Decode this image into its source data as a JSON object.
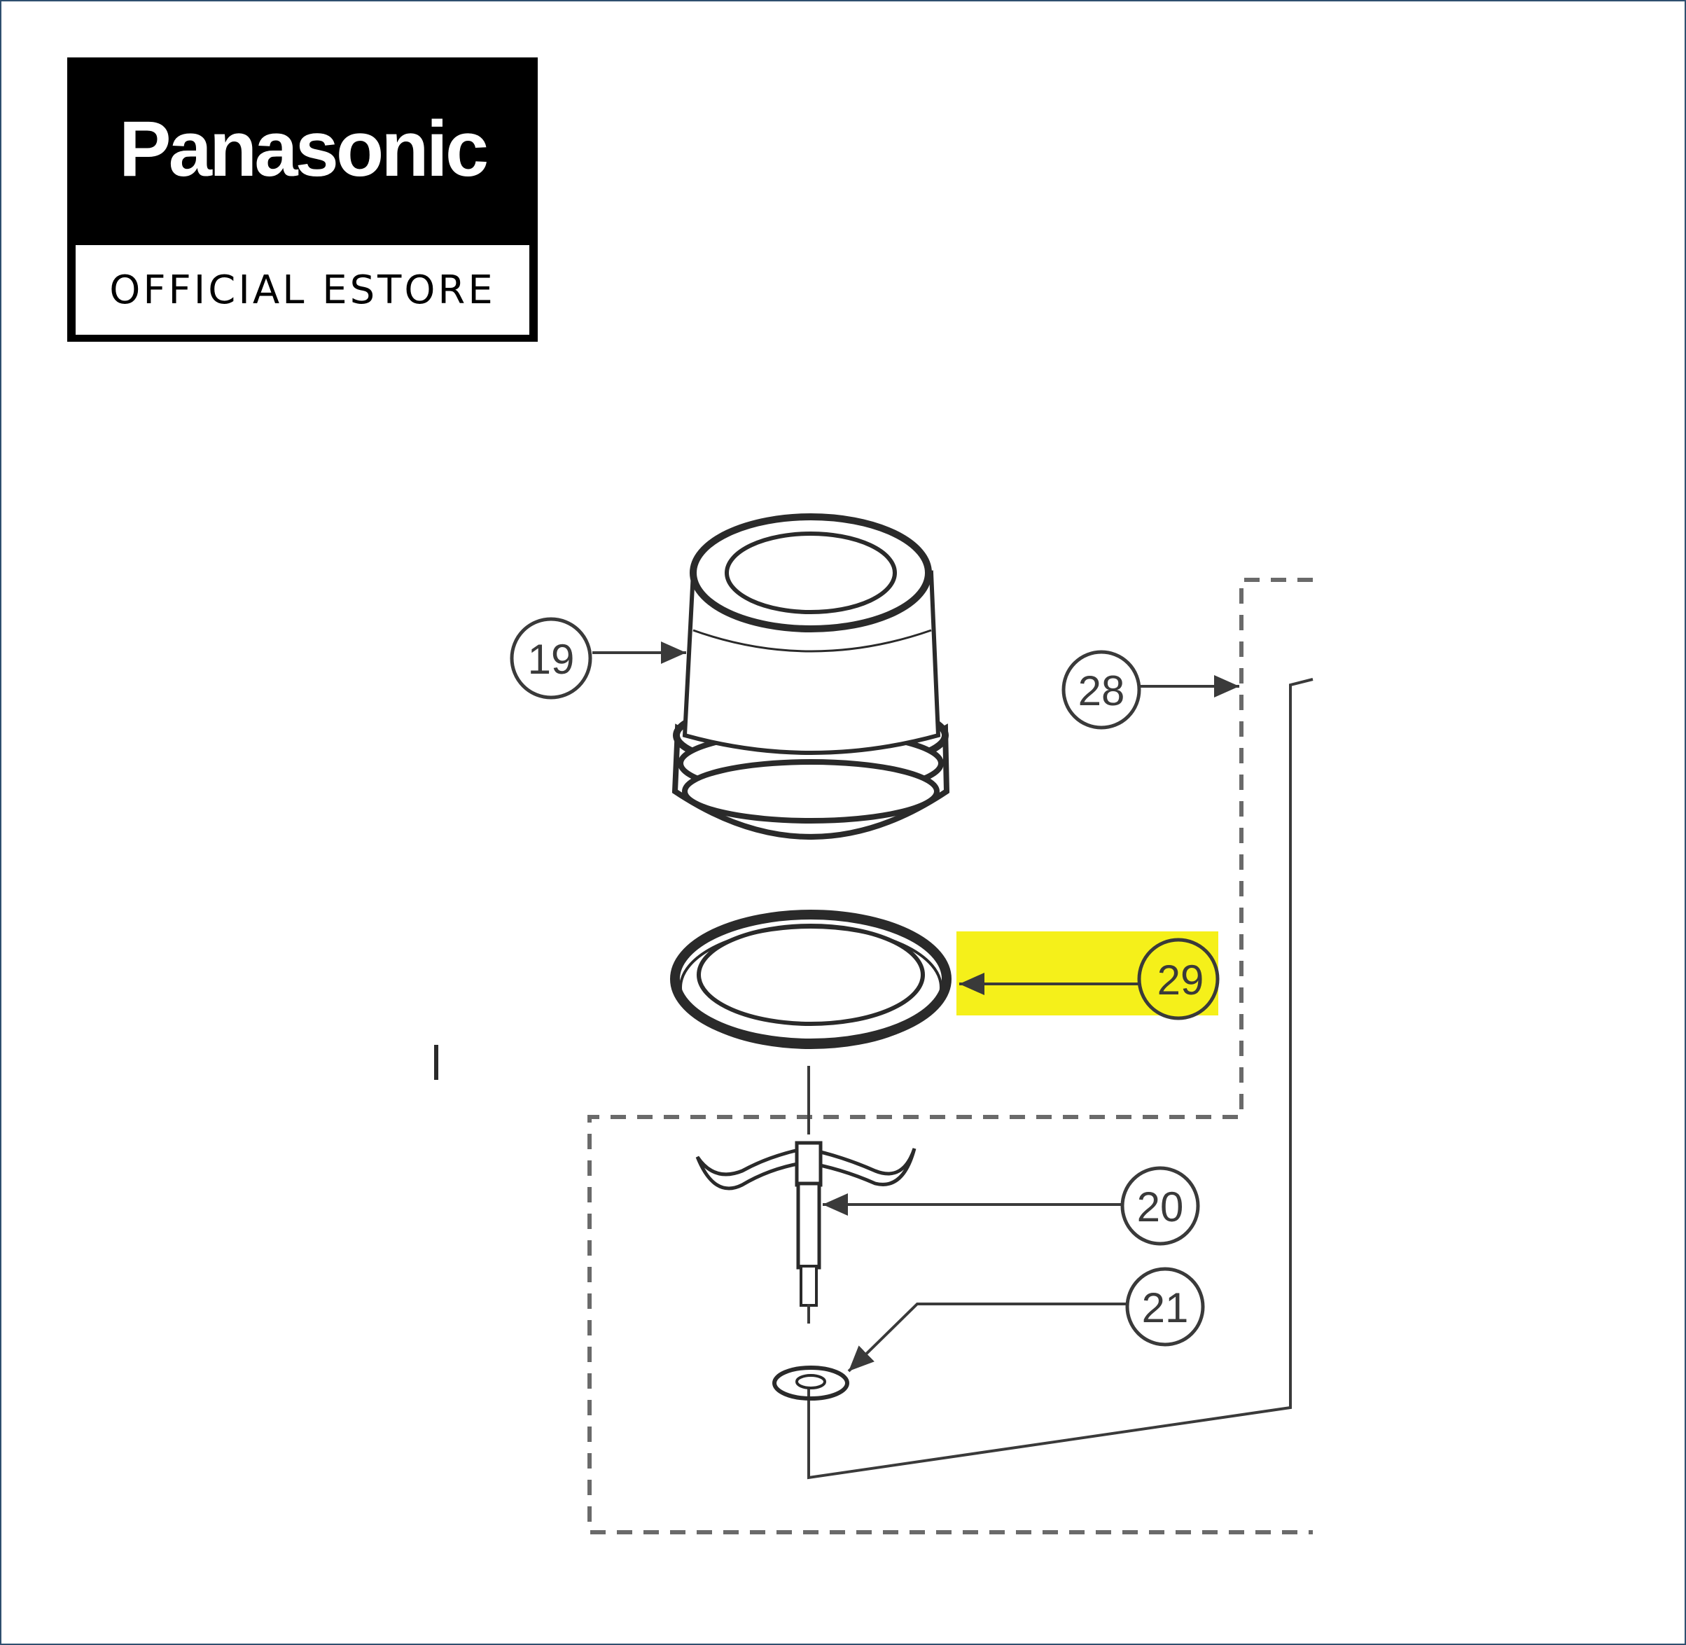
{
  "logo": {
    "brand": "Panasonic",
    "subtitle": "OFFICIAL ESTORE",
    "background": "#000000"
  },
  "callouts": [
    {
      "id": "19",
      "label": "19"
    },
    {
      "id": "28",
      "label": "28"
    },
    {
      "id": "29",
      "label": "29",
      "highlighted": true
    },
    {
      "id": "20",
      "label": "20"
    },
    {
      "id": "21",
      "label": "21"
    }
  ],
  "colors": {
    "highlight": "#f5f01a",
    "line": "#3a3a3a",
    "frame": "#2f4f6f"
  }
}
